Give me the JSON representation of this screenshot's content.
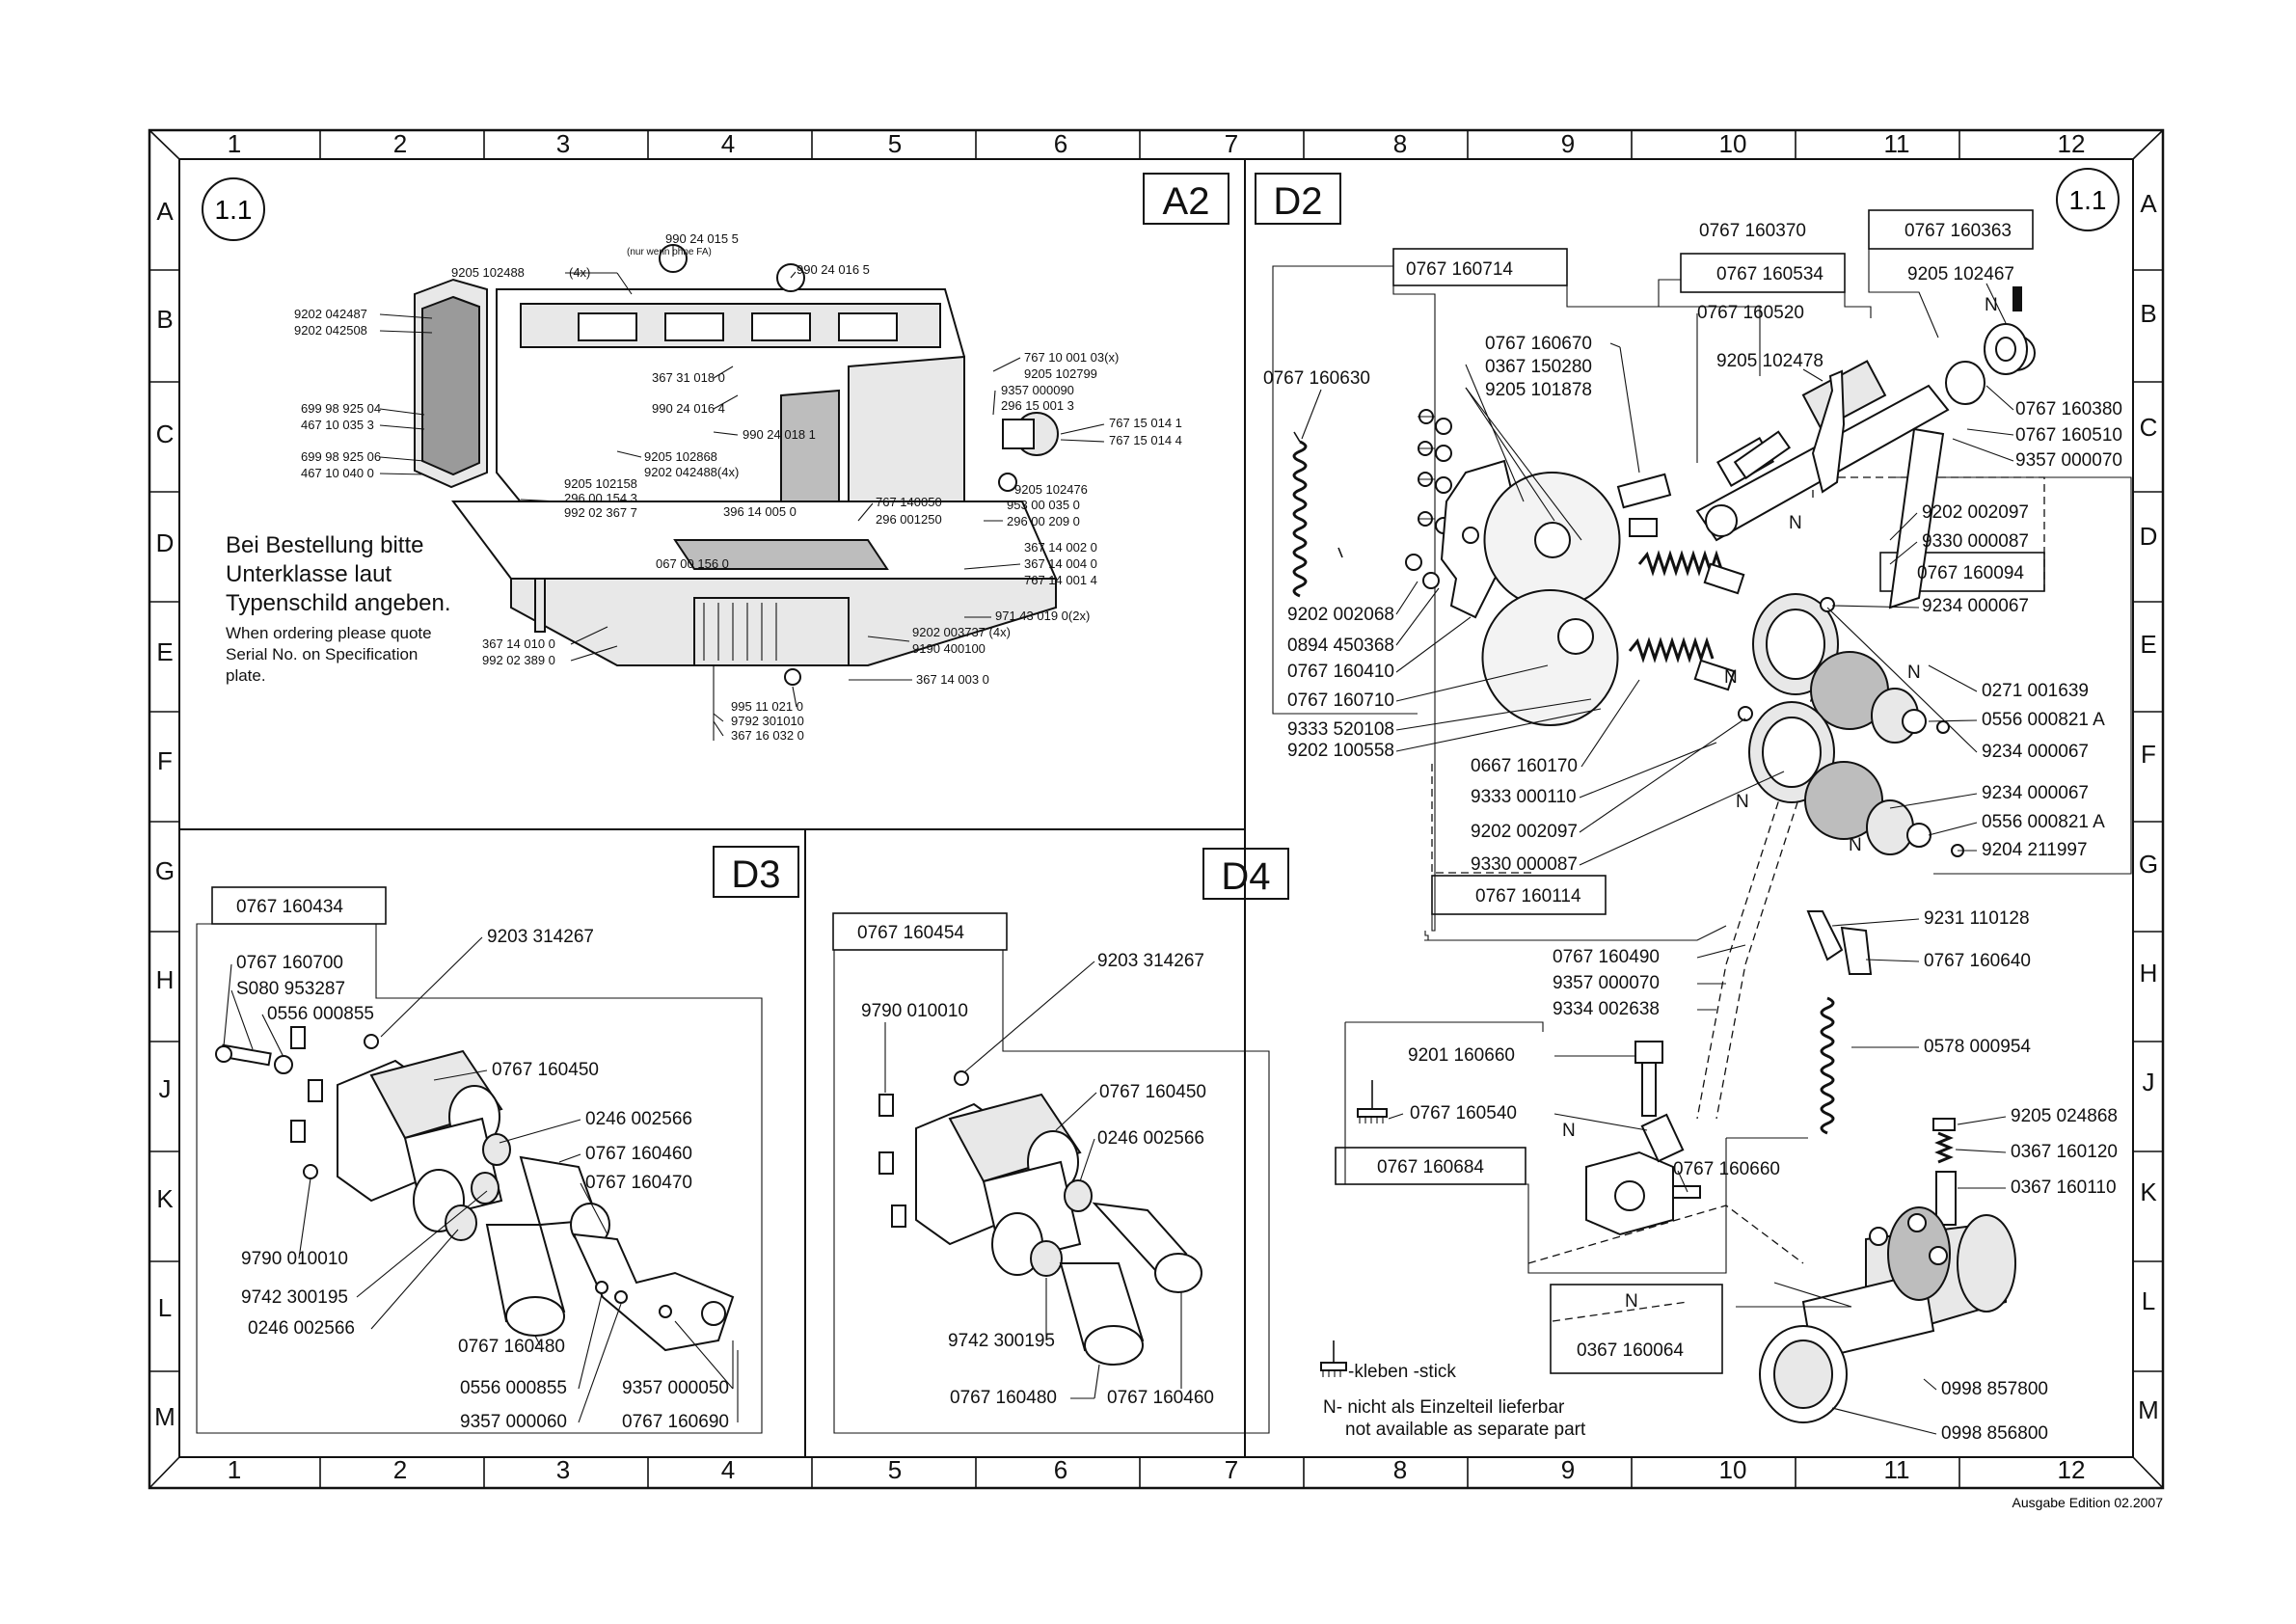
{
  "grid": {
    "columns": [
      "1",
      "2",
      "3",
      "4",
      "5",
      "6",
      "7",
      "8",
      "9",
      "10",
      "11",
      "12"
    ],
    "rows": [
      "A",
      "B",
      "C",
      "D",
      "E",
      "F",
      "G",
      "H",
      "J",
      "K",
      "L",
      "M"
    ]
  },
  "page_marker": "1.1",
  "edition": "Ausgabe Edition 02.2007",
  "panels": {
    "a2": {
      "id": "A2",
      "note_de": [
        "Bei Bestellung bitte",
        "Unterklasse laut",
        "Typenschild angeben."
      ],
      "note_en": [
        "When ordering please quote",
        "Serial No. on Specification",
        "plate."
      ],
      "labels": [
        "990 24 015 5",
        "(nur wenn ohne FA)",
        "990 24 016 5",
        "9205 102488",
        "(4x)",
        "9202 042487",
        "9202 042508",
        "699 98 925 04",
        "467 10 035 3",
        "699 98 925 06",
        "467 10 040 0",
        "367 31 018 0",
        "990 24 016 4",
        "990 24 018 1",
        "767 10 001 03(x)",
        "9205 102799",
        "9357 000090",
        "296 15 001 3",
        "767 15 014 1",
        "767 15 014 4",
        "9205 102868",
        "9202 042488(4x)",
        "9205 102158",
        "296 00 154 3",
        "992 02 367 7",
        "396 14 005 0",
        "767 140050",
        "296 001250",
        "9205 102476",
        "953 00 035 0",
        "296 00 209 0",
        "367 14 002 0",
        "367 14 004 0",
        "767 14 001 4",
        "067 00 156 0",
        "971 43 019 0(2x)",
        "9202 003737 (4x)",
        "9190 400100",
        "367 14 010 0",
        "992 02 389 0",
        "367 14 003 0",
        "995 11 021 0",
        "9792 301010",
        "367 16 032 0"
      ]
    },
    "d2": {
      "id": "D2",
      "labels": [
        "0767 160714",
        "0767 160370",
        "0767 160363",
        "0767 160534",
        "9205 102467",
        "0767 160520",
        "0767 160670",
        "0367 150280",
        "9205 101878",
        "9205 102478",
        "0767 160630",
        "0767 160380",
        "0767 160510",
        "9357 000070",
        "9202 002097",
        "9330 000087",
        "0767 160094",
        "9234 000067",
        "9202 002068",
        "0894 450368",
        "0767 160410",
        "0271 001639",
        "0767 160710",
        "0556 000821 A",
        "9333 520108",
        "9202 100558",
        "9234 000067",
        "0667 160170",
        "9234 000067",
        "9333 000110",
        "0556 000821 A",
        "9202 002097",
        "9204 211997",
        "9330 000087",
        "0767 160114",
        "9231 110128",
        "0767 160490",
        "0767 160640",
        "9357 000070",
        "9334 002638",
        "0578 000954",
        "9201 160660",
        "9205 024868",
        "0767 160540",
        "0367 160120",
        "0367 160110",
        "0767 160684",
        "0767 160660",
        "0367 160064",
        "0998 857800",
        "0998 856800"
      ],
      "legend": {
        "glue": "-kleben -stick",
        "n_line1": "N- nicht als Einzelteil lieferbar",
        "n_line2": "not available as separate part"
      }
    },
    "d3": {
      "id": "D3",
      "labels": [
        "0767 160434",
        "9203 314267",
        "0767 160700",
        "S080 953287",
        "0556 000855",
        "0767 160450",
        "0246 002566",
        "0767 160460",
        "0767 160470",
        "9790 010010",
        "9742 300195",
        "0246 002566",
        "0767 160480",
        "0556 000855",
        "9357 000050",
        "9357 000060",
        "0767 160690"
      ]
    },
    "d4": {
      "id": "D4",
      "labels": [
        "0767 160454",
        "9203 314267",
        "9790 010010",
        "0767 160450",
        "0246 002566",
        "9742 300195",
        "0767 160480",
        "0767 160460"
      ]
    }
  },
  "symbol_n": "N"
}
